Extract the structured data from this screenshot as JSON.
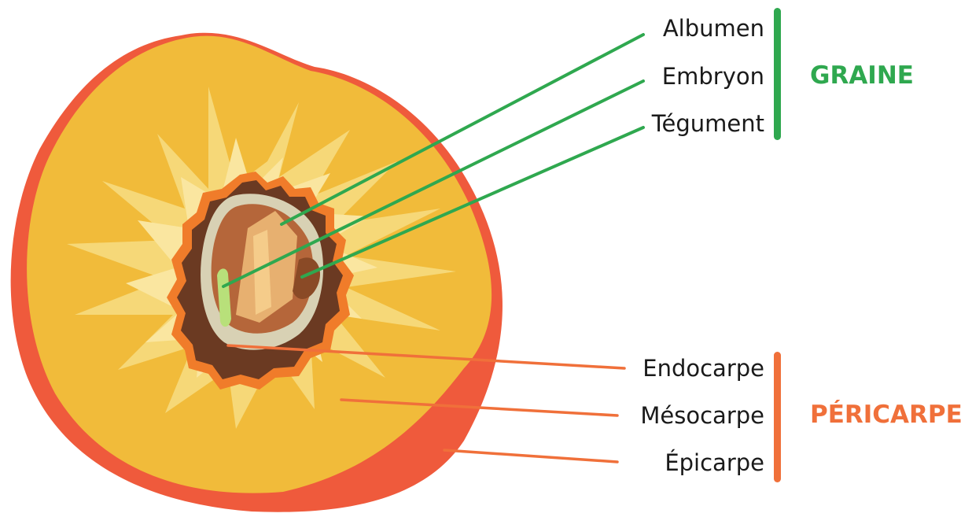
{
  "colors": {
    "seed_group": "#2fa84f",
    "pericarp_group": "#f0703a",
    "epicarp_skin": "#ef5a3c",
    "mesocarp_flesh": "#f1bb3a",
    "endocarp_stone": "#6b3a22"
  },
  "groups": {
    "seed": {
      "title": "GRAINE",
      "labels": [
        "Albumen",
        "Embryon",
        "Tégument"
      ]
    },
    "pericarp": {
      "title": "PÉRICARPE",
      "labels": [
        "Endocarpe",
        "Mésocarpe",
        "Épicarpe"
      ]
    }
  }
}
